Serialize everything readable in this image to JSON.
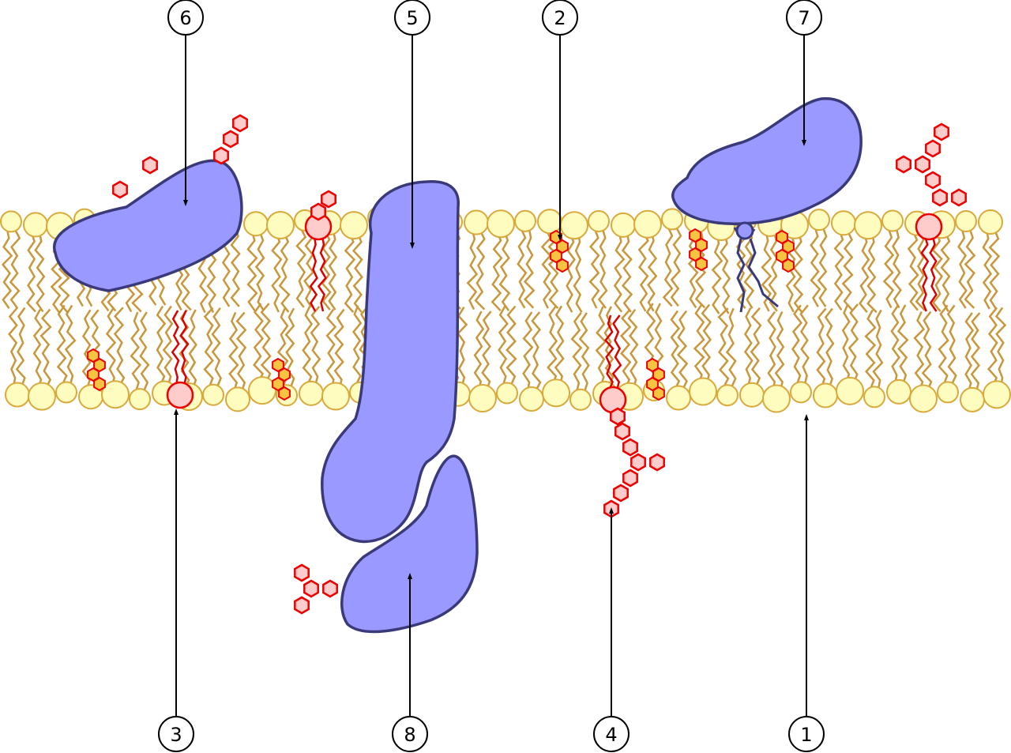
{
  "callouts": {
    "c1": "1",
    "c2": "2",
    "c3": "3",
    "c4": "4",
    "c5": "5",
    "c6": "6",
    "c7": "7",
    "c8": "8"
  },
  "colors": {
    "head_fill": "#fffcbf",
    "head_stroke": "#d9a93b",
    "tail": "#c8973a",
    "protein_fill": "#9999ff",
    "protein_stroke": "#3a3a7a",
    "sugar_stroke": "#ee0000",
    "sugar_fill": "#ffcccc",
    "cholesterol_fill": "#f5c542",
    "lipid_tail_red": "#dd0000"
  }
}
